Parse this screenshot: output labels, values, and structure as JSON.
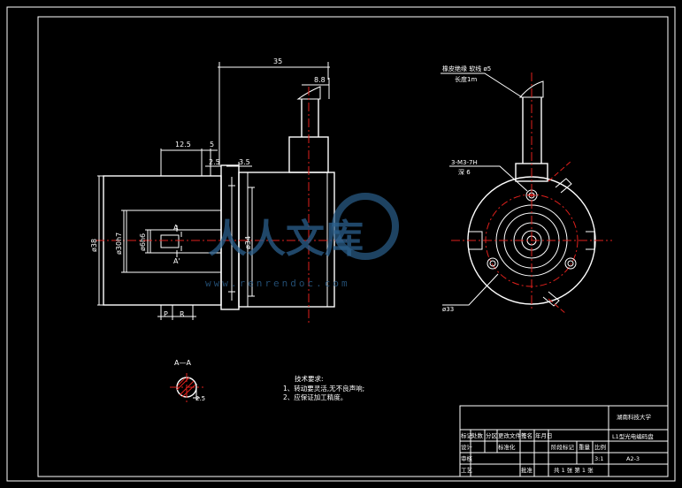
{
  "drawing": {
    "dimensions": {
      "d35": "35",
      "d8_8": "8.8",
      "d12_5": "12.5",
      "d5": "5",
      "d2_5a": "2.5",
      "d3_5": "3.5",
      "d38": "ø38",
      "d30h7": "ø30h7",
      "d6h6": "ø6h6",
      "d34": "ø34",
      "d33": "ø33",
      "d_p": "P",
      "d_r": "R",
      "d_2_5": "2.5"
    },
    "labels": {
      "cable_note": "橡皮绝缘 软线 ø5",
      "cable_len": "长度1m",
      "thread": "3-M3-7H",
      "thread_depth": "深 6",
      "section_mark_a": "A",
      "section_mark_a2": "A'",
      "section_title": "A—A"
    },
    "tech": {
      "title": "技术要求:",
      "item1": "1、转动要灵活,无不良声响;",
      "item2": "2、应保证加工精度。"
    },
    "title_block": {
      "school": "湖南科技大学",
      "part_name": "L1型光电编码盘",
      "drawing_no": "A2-3",
      "scale": "3:1",
      "sheet": "共 1 张 第 1 张",
      "c_mark": "标记",
      "c_qty": "处数",
      "c_zone": "分区",
      "c_change": "更改文件号",
      "c_sign": "签名",
      "c_date": "年月日",
      "c_design": "设计",
      "c_std": "标准化",
      "c_stage": "阶段标记",
      "c_weight": "重量",
      "c_ratio": "比例",
      "c_check": "审核",
      "c_craft": "工艺",
      "c_approve": "批准"
    },
    "watermark": {
      "text": "人人文库",
      "url": "www.renrendoc.com"
    }
  }
}
